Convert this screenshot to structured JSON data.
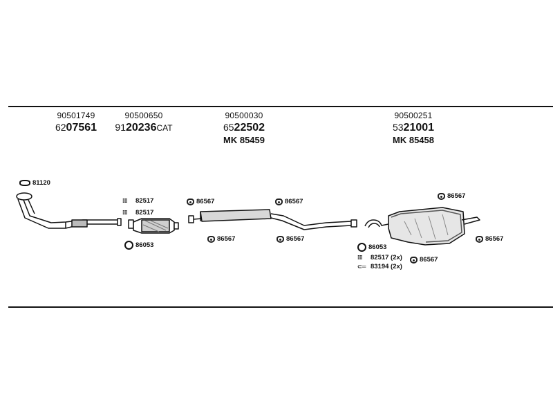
{
  "parts": {
    "p1": {
      "oe": "90501749",
      "pre": "62",
      "num": "07561",
      "suffix": ""
    },
    "p2": {
      "oe": "90500650",
      "pre": "91",
      "num": "20236",
      "suffix": "CAT"
    },
    "p3": {
      "oe": "90500030",
      "pre": "65",
      "num": "22502",
      "suffix": "",
      "mk": "MK 85459"
    },
    "p4": {
      "oe": "90500251",
      "pre": "53",
      "num": "21001",
      "suffix": "",
      "mk": "MK 85458"
    }
  },
  "labels": {
    "l81120": "81120",
    "l82517a": "82517",
    "l82517b": "82517",
    "l86053a": "86053",
    "l86567a": "86567",
    "l86567b": "86567",
    "l86567c": "86567",
    "l86567d": "86567",
    "l86567e": "86567",
    "l86567f": "86567",
    "l86567g": "86567",
    "l86053b": "86053",
    "l82517c": "82517 (2x)",
    "l83194": "83194 (2x)"
  },
  "icons": {
    "gasket": "gasket-icon",
    "bolts": "bolt-set-icon",
    "ring": "sealing-ring-icon",
    "hanger": "rubber-hanger-icon",
    "clamp": "clamp-icon"
  }
}
